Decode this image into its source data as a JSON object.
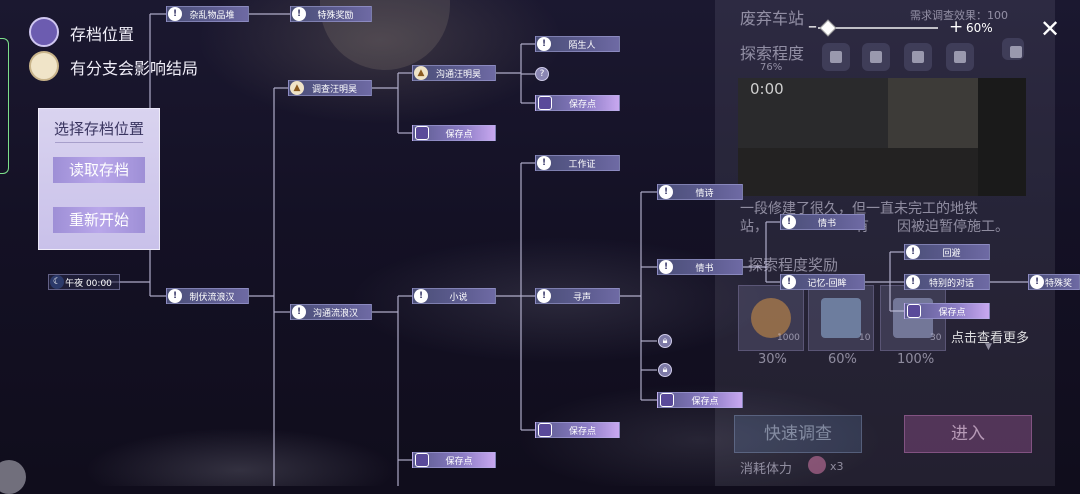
{
  "legend": {
    "save_label": "存档位置",
    "branch_label": "有分支会影响结局"
  },
  "menu": {
    "title": "选择存档位置",
    "load": "读取存档",
    "restart": "重新开始"
  },
  "time_node": "午夜 00:00",
  "nodes": {
    "n1": "杂乱物品堆",
    "n2": "特殊奖励",
    "n3": "调查汪明昊",
    "n4": "沟通汪明昊",
    "n5": "陌生人",
    "n6": "保存点",
    "n7": "保存点",
    "n8": "工作证",
    "n9": "制伏流浪汉",
    "n10": "沟通流浪汉",
    "n11": "小说",
    "n12": "寻声",
    "n13": "保存点",
    "n14": "保存点",
    "n15": "情诗",
    "n16": "情书",
    "n17": "保存点",
    "n18": "情书",
    "n19": "记忆-回眸",
    "n20": "回避",
    "n21": "特别的对话",
    "n22": "保存点",
    "n23": "特殊奖"
  },
  "panel": {
    "title": "废弃车站",
    "requirement": "需求调查效果：100",
    "zoom": "60%",
    "explore_label": "探索程度",
    "explore_pct": "76%",
    "video_time": "0:00",
    "description_1": "一段修建了很久，但一直未完工的地铁",
    "description_2": "站，",
    "description_3": "有",
    "description_4": "因被迫暂停施工。",
    "reward_title": "探索程度奖励",
    "reward_counts": [
      "1000",
      "10",
      "30"
    ],
    "reward_pcts": [
      "30%",
      "60%",
      "100%"
    ],
    "more": "点击查看更多",
    "quick": "快速调查",
    "enter": "进入",
    "cost_label": "消耗体力",
    "cost_value": "x3"
  },
  "colors": {
    "node": "#5d5c90",
    "save_node": "#c8a8f0",
    "menu_bg": "#d9d3ef"
  }
}
